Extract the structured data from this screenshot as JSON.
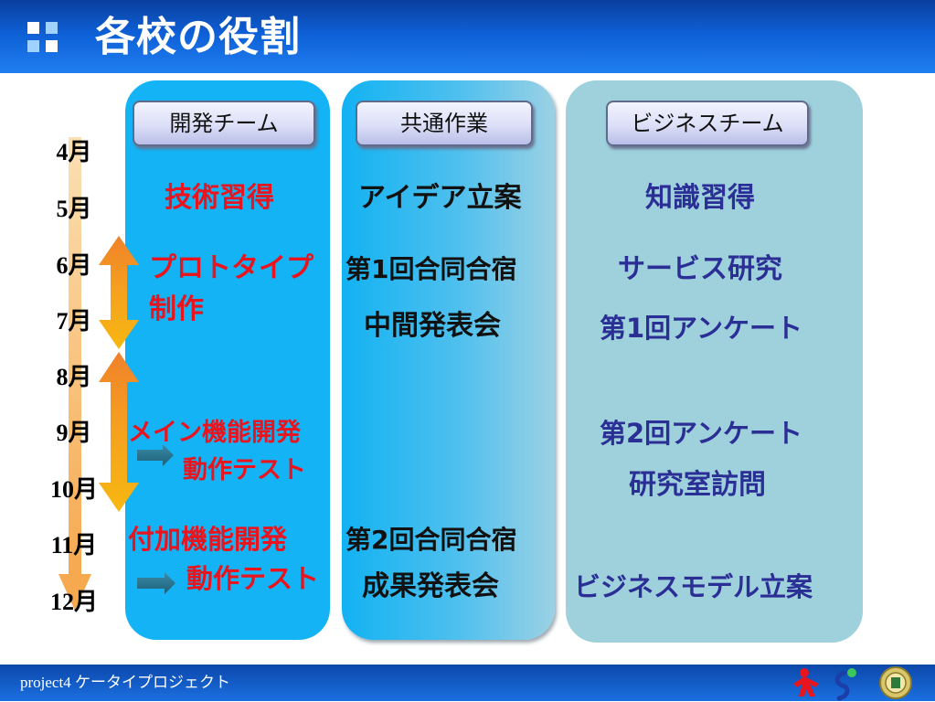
{
  "header": {
    "title": "各校の役割"
  },
  "columns": {
    "dev": {
      "label": "開発チーム"
    },
    "common": {
      "label": "共通作業"
    },
    "biz": {
      "label": "ビジネスチーム"
    }
  },
  "months": [
    "4月",
    "5月",
    "6月",
    "7月",
    "8月",
    "9月",
    "10月",
    "11月",
    "12月"
  ],
  "dev_items": {
    "skill": "技術習得",
    "proto1": "プロトタイプ",
    "proto2": "制作",
    "main": "メイン機能開発",
    "main_test": "動作テスト",
    "extra": "付加機能開発",
    "extra_test": "動作テスト"
  },
  "common_items": {
    "idea": "アイデア立案",
    "camp1": "第1回合同合宿",
    "mid": "中間発表会",
    "camp2": "第2回合同合宿",
    "final": "成果発表会"
  },
  "biz_items": {
    "knowledge": "知識習得",
    "service": "サービス研究",
    "survey1": "第1回アンケート",
    "survey2": "第2回アンケート",
    "lab": "研究室訪問",
    "model": "ビジネスモデル立案"
  },
  "footer": {
    "text": "project4 ケータイプロジェクト"
  },
  "colors": {
    "header": "#0e5fd6",
    "dev_column": "#14b3f5",
    "biz_column": "#9fd1dd",
    "red_text": "#e8141e",
    "blue_text": "#2b2f95",
    "timeline": "#f5a623"
  },
  "icons": [
    "bullet-squares-icon",
    "double-arrow-icon",
    "right-arrow-icon",
    "figure-logo-icon",
    "swirl-logo-icon",
    "emblem-logo-icon"
  ]
}
